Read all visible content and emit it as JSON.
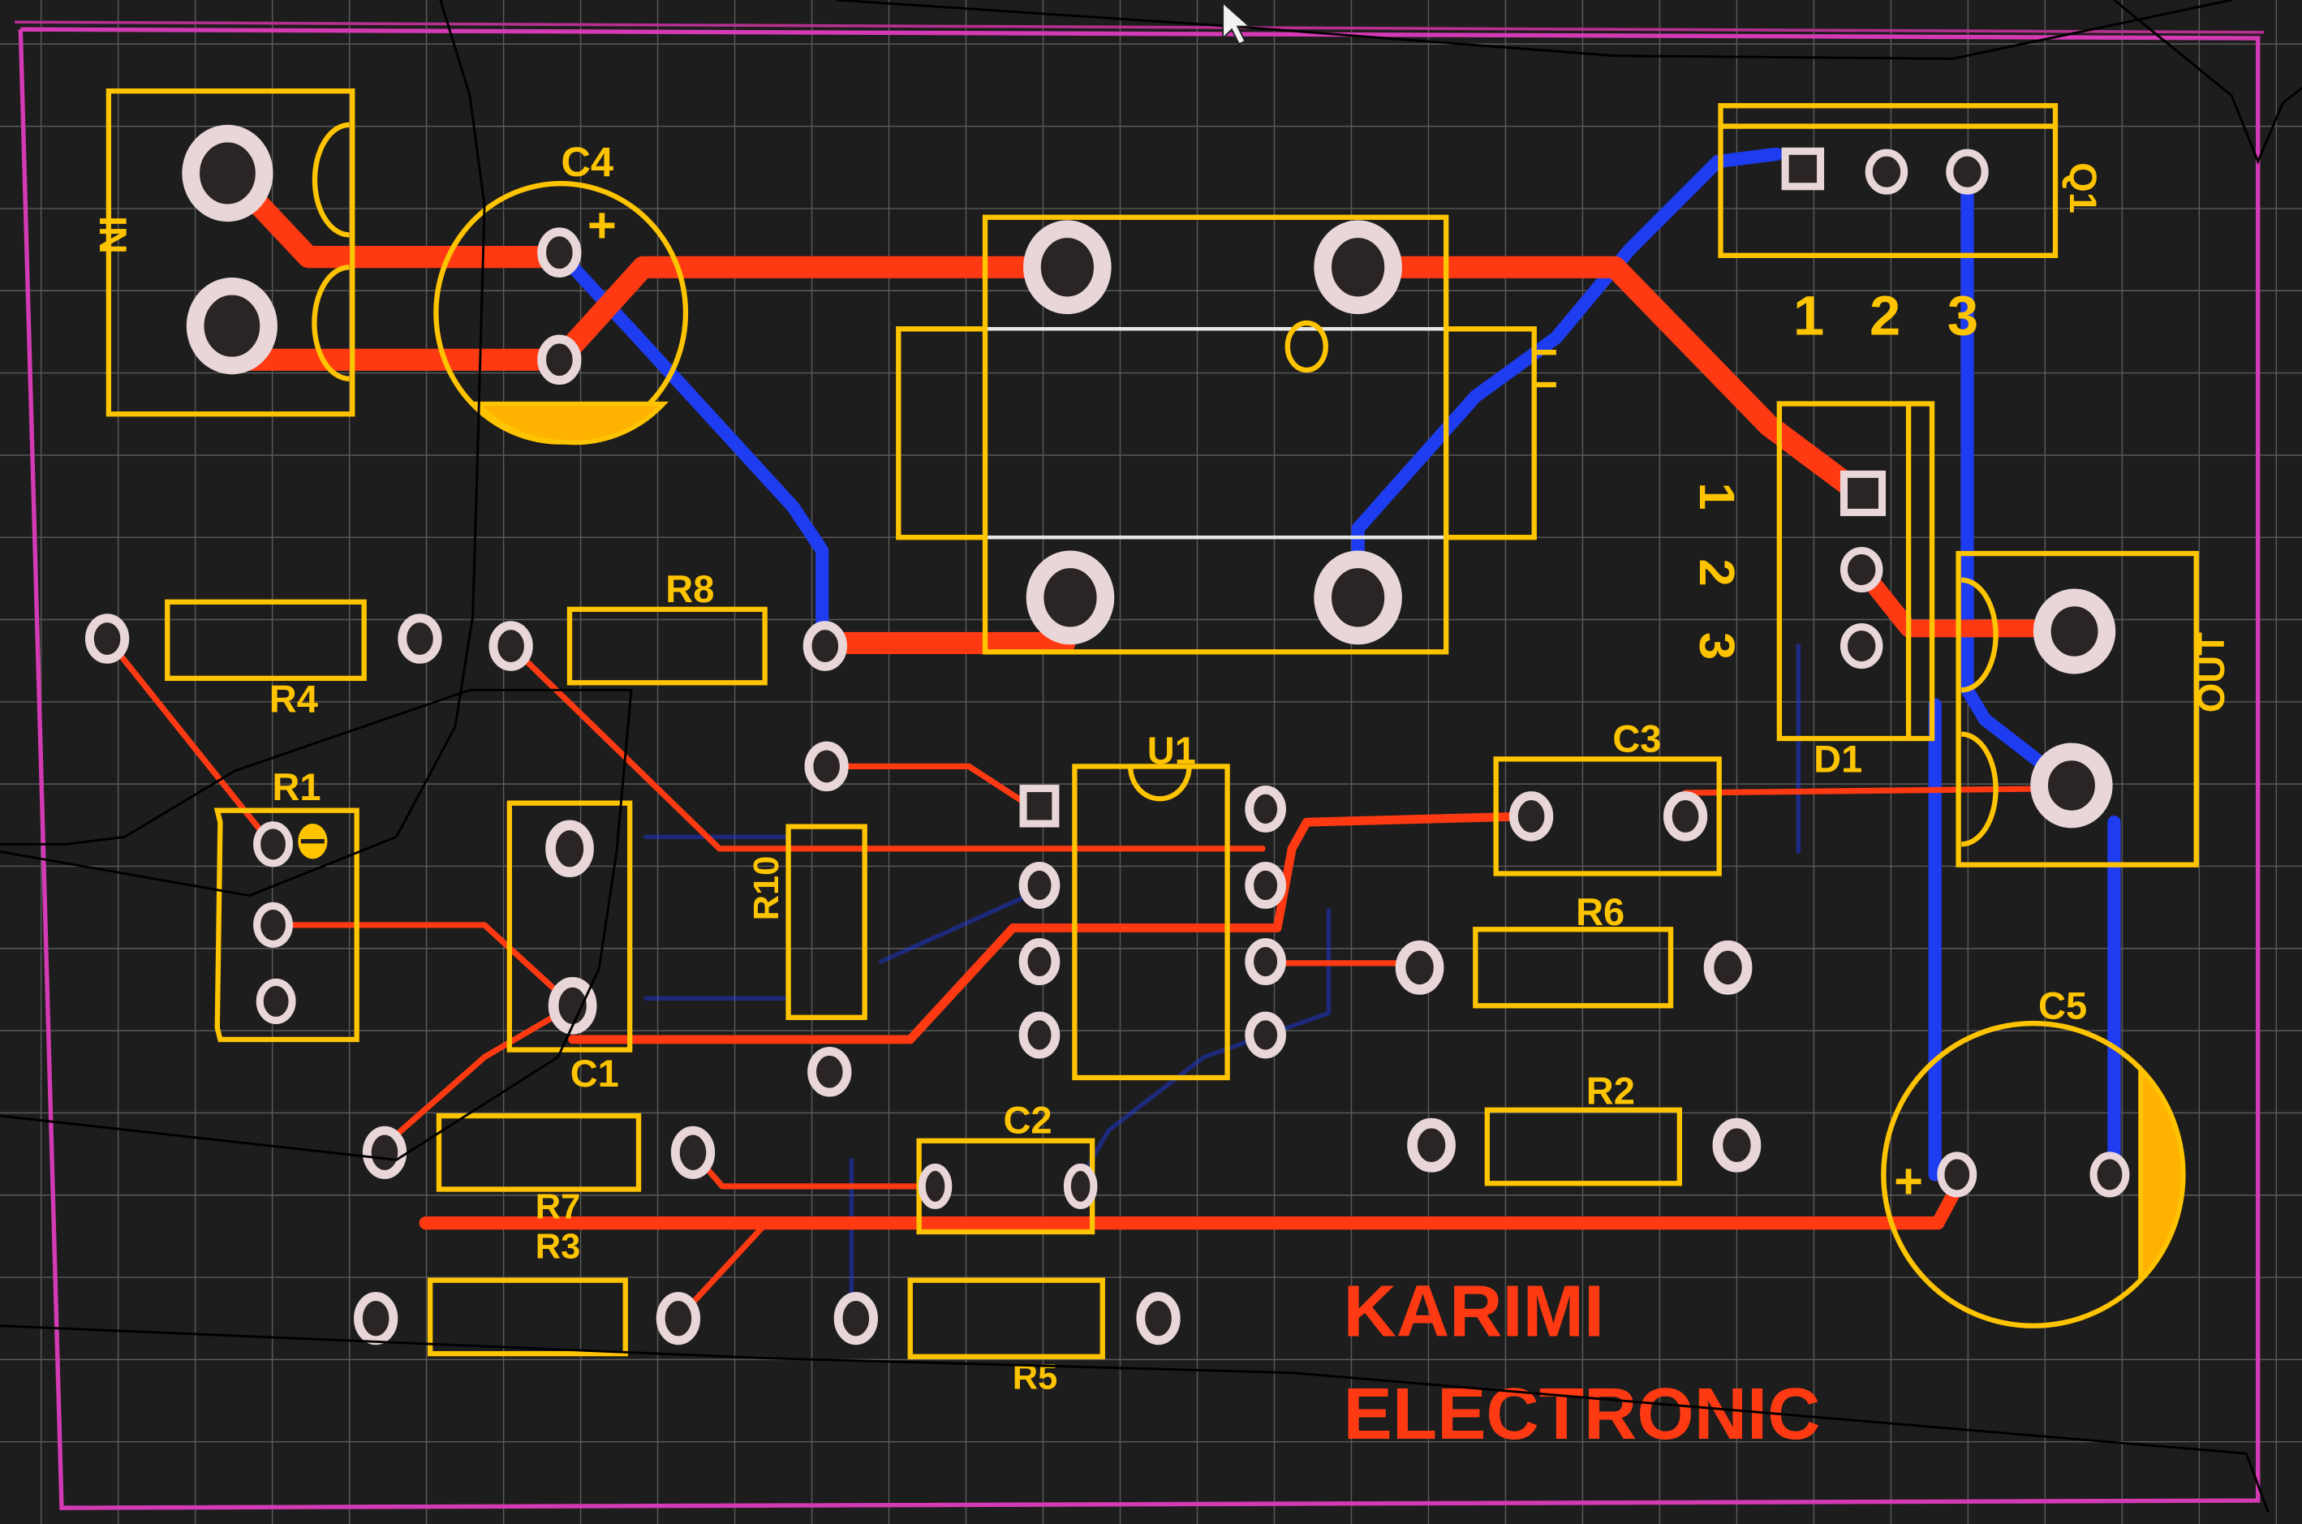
{
  "app": {
    "view": "PCB layout editor (top + bottom copper, silkscreen)"
  },
  "colors": {
    "background": "#1d1d1d",
    "board_outline": "#d43ab4",
    "top_copper": "#ff3a12",
    "bottom_copper": "#1e3cf0",
    "silkscreen": "#ffc400",
    "mechanical": "#e6e6e6",
    "pad_ring": "#e8d6d8",
    "brand_text": "#ff3a12"
  },
  "components": {
    "in": {
      "ref": "IN",
      "type": "2-pin terminal block"
    },
    "c4": {
      "ref": "C4",
      "polarity": "+",
      "type": "electrolytic capacitor"
    },
    "br": {
      "ref": "",
      "type": "bridge rectifier / transformer footprint"
    },
    "q1": {
      "ref": "Q1",
      "type": "TO-220 transistor",
      "pins": [
        "1",
        "2",
        "3"
      ]
    },
    "d1": {
      "ref": "D1",
      "type": "3-pin regulator",
      "pins": [
        "1",
        "2",
        "3"
      ]
    },
    "out": {
      "ref": "OUT",
      "type": "2-pin terminal block"
    },
    "r4": {
      "ref": "R4",
      "type": "resistor"
    },
    "r8": {
      "ref": "R8",
      "type": "resistor"
    },
    "r1": {
      "ref": "R1",
      "type": "trimmer potentiometer"
    },
    "c1": {
      "ref": "C1",
      "type": "capacitor"
    },
    "r10": {
      "ref": "R10",
      "type": "resistor"
    },
    "u1": {
      "ref": "U1",
      "type": "DIP-8 IC"
    },
    "c3": {
      "ref": "C3",
      "type": "capacitor"
    },
    "r6": {
      "ref": "R6",
      "type": "resistor"
    },
    "r2": {
      "ref": "R2",
      "type": "resistor"
    },
    "c5": {
      "ref": "C5",
      "polarity": "+",
      "type": "electrolytic capacitor"
    },
    "r7": {
      "ref": "R7",
      "type": "resistor"
    },
    "r3": {
      "ref": "R3",
      "type": "resistor"
    },
    "c2": {
      "ref": "C2",
      "type": "capacitor"
    },
    "r5": {
      "ref": "R5",
      "type": "resistor"
    }
  },
  "branding": {
    "line1": "KARIMI",
    "line2": "ELECTRONIC"
  },
  "icons": {
    "cursor": "mouse-pointer-icon",
    "pot_wiper": "pot-wiper-icon",
    "plus": "polarity-plus-icon"
  }
}
